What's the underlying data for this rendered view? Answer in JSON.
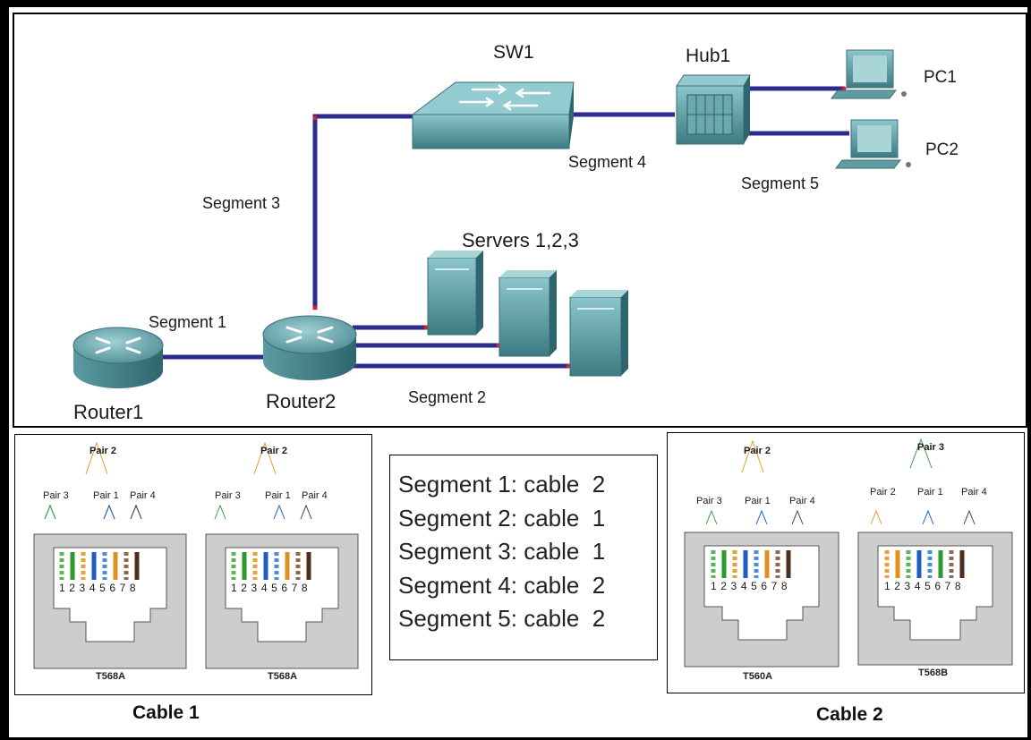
{
  "topology": {
    "devices": {
      "sw1": "SW1",
      "hub1": "Hub1",
      "pc1": "PC1",
      "pc2": "PC2",
      "servers": "Servers 1,2,3",
      "router1": "Router1",
      "router2": "Router2"
    },
    "segments": {
      "s1": "Segment 1",
      "s2": "Segment 2",
      "s3": "Segment 3",
      "s4": "Segment 4",
      "s5": "Segment 5"
    }
  },
  "mapping": [
    "Segment 1: cable  2",
    "Segment 2: cable  1",
    "Segment 3: cable  1",
    "Segment 4: cable  2",
    "Segment 5: cable  2"
  ],
  "cable1": {
    "title": "Cable 1",
    "left_standard": "T568A",
    "right_standard": "T568A"
  },
  "cable2": {
    "title": "Cable 2",
    "left_standard": "T560A",
    "right_standard": "T568B"
  },
  "pair_labels": {
    "pair1": "Pair 1",
    "pair2": "Pair 2",
    "pair3": "Pair 3",
    "pair4": "Pair 4"
  },
  "pin_numbers": "12345678",
  "colors": {
    "cable_line": "#2b2b8f",
    "port_dot": "#e02020",
    "device_teal": "#4a8c94"
  }
}
